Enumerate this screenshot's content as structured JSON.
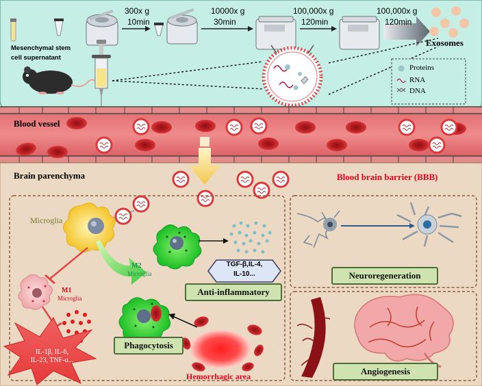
{
  "process": {
    "source_line1": "Mesenchymal stem",
    "source_line2": "cell supernatant",
    "step1_g": "300x g",
    "step1_t": "10min",
    "step2_g": "10000x g",
    "step2_t": "30min",
    "step3_g": "100,000x g",
    "step3_t": "120min",
    "step4_g": "100,000x g",
    "step4_t": "120min",
    "product": "Exosomes"
  },
  "legend": {
    "items": [
      "Proteins",
      "RNA",
      "DNA"
    ]
  },
  "vessel": {
    "title": "Blood vessel"
  },
  "brain": {
    "title": "Brain parenchyma",
    "bbb": "Blood brain barrier (BBB)"
  },
  "microglia": {
    "label": "Microglia",
    "m2_bold": "M2",
    "m2_sub": "Microglia",
    "m1_bold": "M1",
    "m1_sub": "Microglia",
    "anti_cytokines_line1": "TGF-β,IL-4,",
    "anti_cytokines_line2": "IL-10...",
    "pro_cytokines_line1": "IL-1β, IL-6,",
    "pro_cytokines_line2": "IL-23, TNF-α..."
  },
  "outcomes": {
    "anti_inflammatory": "Anti-inflammatory",
    "phagocytosis": "Phagocytosis",
    "hemorrhagic": "Hemorrhagic area",
    "neuroregeneration": "Neuroregeneration",
    "angiogenesis": "Angiogenesis"
  },
  "colors": {
    "top_panel": "#c6f0e6",
    "bottom_panel": "#ecd9c4",
    "vessel": "#d9515a",
    "bbb_red": "#e0001b",
    "box_green": "#cfe3b0",
    "m1_red": "#e0001b",
    "m2_green": "#1f8f4d"
  },
  "icons": [
    "centrifuge-icon",
    "ultracentrifuge-icon",
    "tube-icon",
    "syringe-icon",
    "mouse-icon",
    "exosome-icon",
    "microglia-icon",
    "neuron-icon",
    "brain-icon",
    "blood-cell-icon",
    "arrow-icon"
  ]
}
